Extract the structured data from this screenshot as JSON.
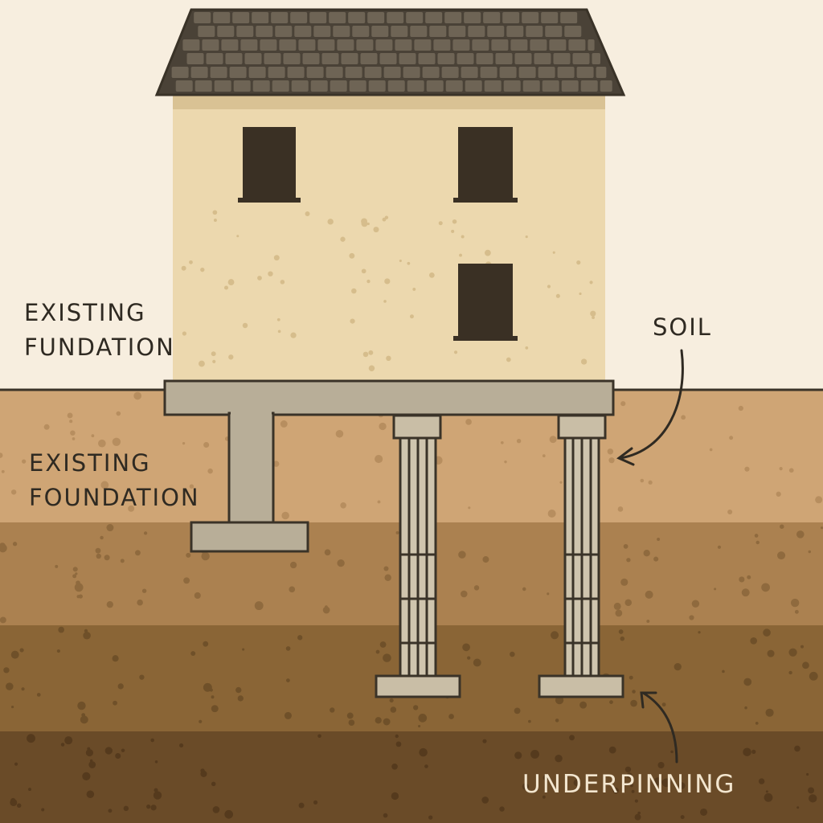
{
  "labels": {
    "existing_top_line1": "EXISTING",
    "existing_top_line2": "FUNDATION",
    "existing_mid_line1": "EXISTING",
    "existing_mid_line2": "FOUNDATION",
    "soil": "SOIL",
    "underpinning": "UNDERPINNING"
  },
  "colors": {
    "sky": "#f7eedf",
    "wall": "#ecd8ae",
    "roof": "#5c5346",
    "window": "#3a3024",
    "concrete": "#b8ae98",
    "soil_layer_1": "#cfa575",
    "soil_layer_2": "#ab8150",
    "soil_layer_3": "#8a6536",
    "soil_layer_4": "#6a4b28",
    "outline": "#3a3328"
  }
}
